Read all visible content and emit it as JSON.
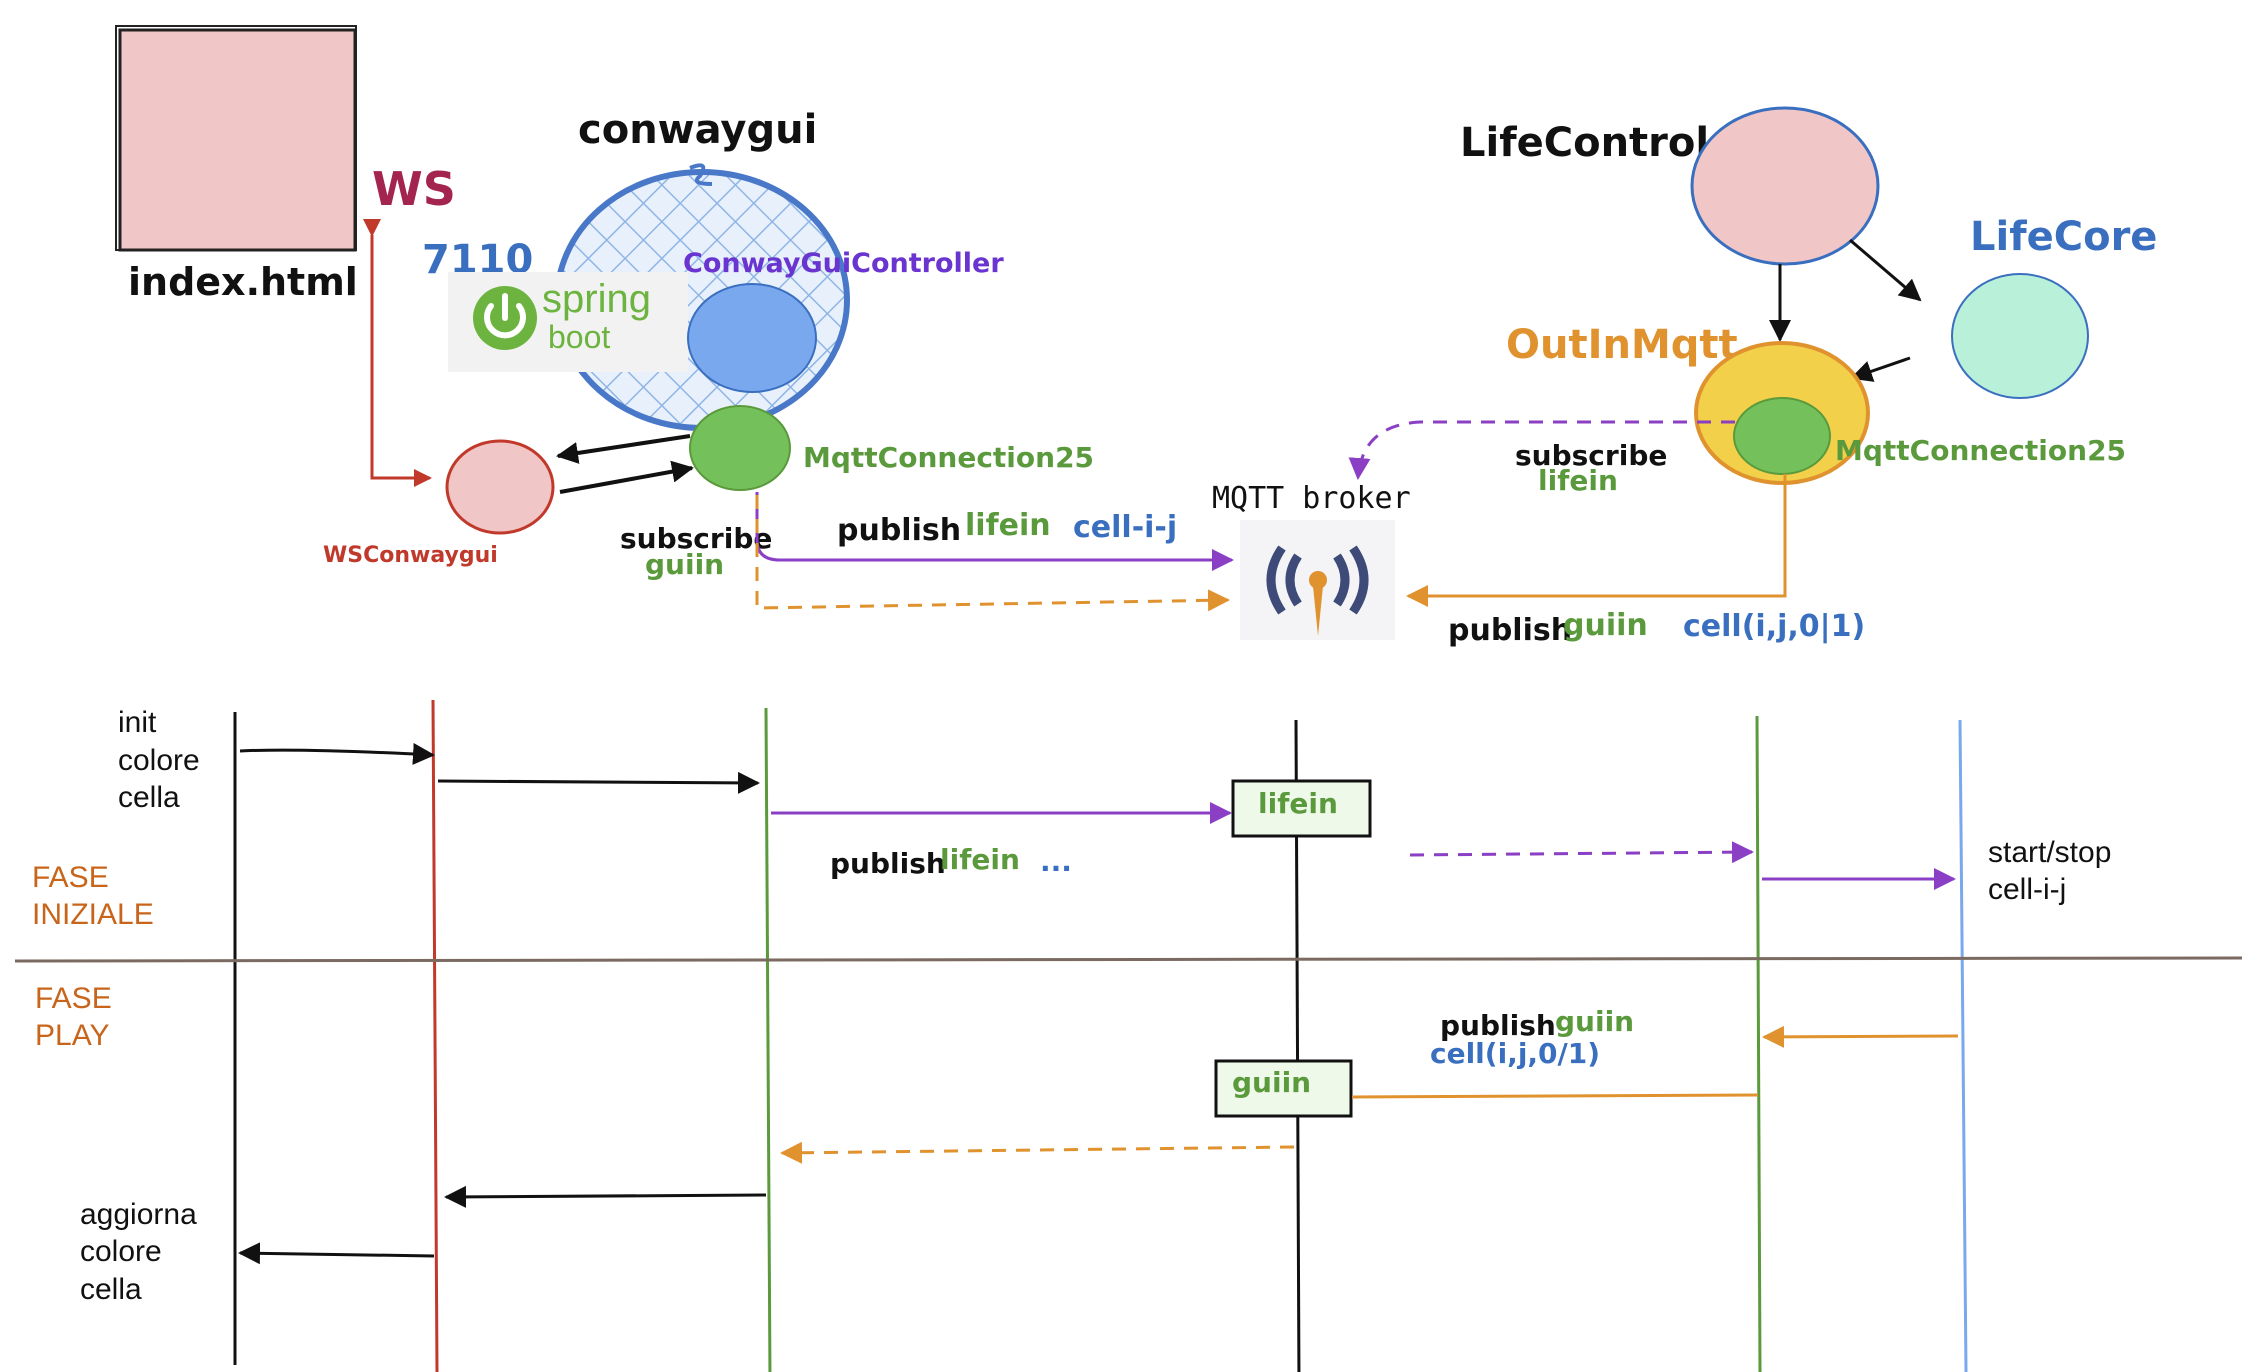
{
  "colors": {
    "black": "#111111",
    "red": "#c0392b",
    "green": "#5a9a3c",
    "purple": "#8a3fc4",
    "orange": "#e0922e",
    "blue": "#3a6fc0",
    "lightblue": "#79a8ee",
    "pink": "#f1c6c6",
    "mint": "#b9f0d9",
    "yellow": "#f2d04a",
    "text_green": "#5a9a3c",
    "text_blue": "#3a6fc0",
    "text_orange": "#e0922e",
    "text_purple": "#6a34d0",
    "text_maroon": "#a3244e",
    "text_red": "#c0392b",
    "phase": "#c8651b"
  },
  "labels": {
    "index_html": "index.html",
    "ws": "WS",
    "port": "7110",
    "spring_top": "spring",
    "spring_bottom": "boot",
    "conwaygui": "conwaygui",
    "controller": "ConwayGuiController",
    "mqtt_conn_left": "MqttConnection25",
    "ws_conwaygui": "WSConwaygui",
    "subscribe_left": "subscribe",
    "guiin_left": "guiin",
    "publish_top": "publish",
    "lifein_top": "lifein",
    "cell_i_j": "cell-i-j",
    "mqtt_broker": "MQTT broker",
    "lifecontrol": "LifeControl",
    "lifecore": "LifeCore",
    "outinmqtt": "OutInMqtt",
    "subscribe_right": "subscribe",
    "lifein_right": "lifein",
    "mqtt_conn_right": "MqttConnection25",
    "publish_bottom": "publish",
    "guiin_bottom": "guiin",
    "cell_ij01": "cell(i,j,0|1)"
  },
  "sequence": {
    "init_lines": [
      "init",
      "colore",
      "cella"
    ],
    "fase_iniziale": [
      "FASE",
      "INIZIALE"
    ],
    "fase_play": [
      "FASE",
      "PLAY"
    ],
    "box_lifein": "lifein",
    "publish_seq": "publish",
    "lifein_seq": "lifein",
    "dots": "...",
    "start_stop": "start/stop",
    "cell_seq": "cell-i-j",
    "publish_seq2": "publish",
    "guiin_seq": "guiin",
    "cell_ij01_seq": "cell(i,j,0/1)",
    "box_guiin": "guiin",
    "aggiorna_lines": [
      "aggiorna",
      "colore",
      "cella"
    ]
  }
}
